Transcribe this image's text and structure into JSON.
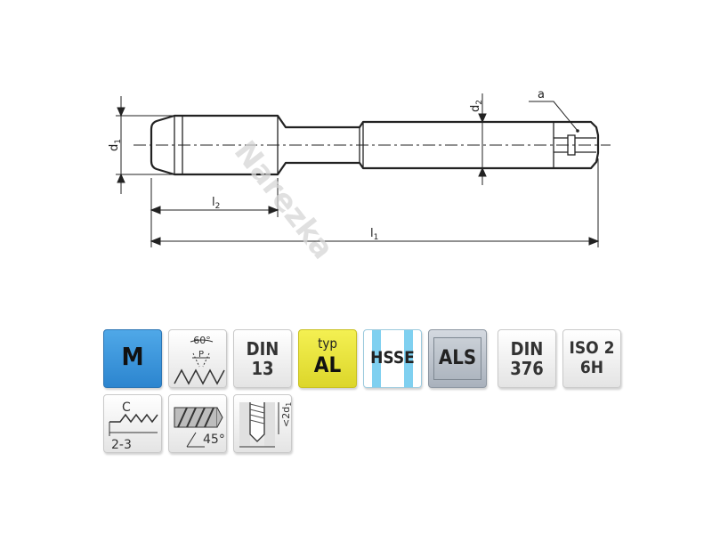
{
  "drawing": {
    "dimension_labels": {
      "d1": "d",
      "d1_sub": "1",
      "d2": "d",
      "d2_sub": "2",
      "l1": "l",
      "l1_sub": "1",
      "l2": "l",
      "l2_sub": "2",
      "a": "a"
    },
    "watermark": "Narezka"
  },
  "badges": {
    "thread_type": "M",
    "thread_profile": {
      "angle": "60°",
      "pitch": "P"
    },
    "din13": {
      "line1": "DIN",
      "line2": "13"
    },
    "type_al": {
      "line1": "typ",
      "line2": "AL"
    },
    "material": "HSSE",
    "coating": "ALS",
    "din376": {
      "line1": "DIN",
      "line2": "376"
    },
    "tolerance": {
      "line1": "ISO 2",
      "line2": "6H"
    },
    "chamfer": {
      "form": "C",
      "threads": "2-3"
    },
    "flute": {
      "angle": "45°"
    },
    "hole": {
      "depth": "<2d",
      "depth_sub": "1"
    }
  },
  "colors": {
    "m_badge": "#3a95dc",
    "al_badge": "#e8e33c",
    "hsse_stripes": "#7fd0f0",
    "als_badge": "#b9c0c9"
  }
}
